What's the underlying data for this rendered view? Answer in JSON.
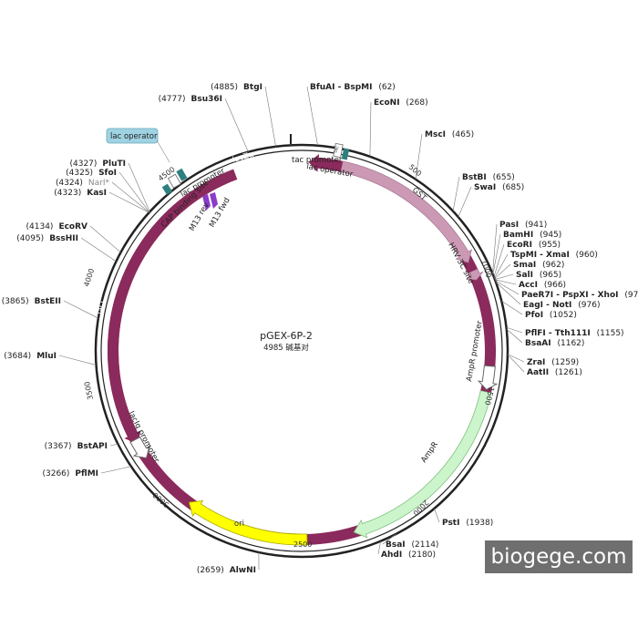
{
  "map": {
    "name": "pGEX-6P-2",
    "size_label": "4985 碱基对",
    "length": 4985
  },
  "ticks": [
    "500",
    "1000",
    "1500",
    "2000",
    "2500",
    "3000",
    "3500",
    "4000",
    "4500"
  ],
  "sites": [
    {
      "enzyme": "BtgI",
      "pos": "(4885)"
    },
    {
      "enzyme": "Bsu36I",
      "pos": "(4777)"
    },
    {
      "enzyme": "BfuAI - BspMI",
      "pos": "(62)"
    },
    {
      "enzyme": "EcoNI",
      "pos": "(268)"
    },
    {
      "enzyme": "MscI",
      "pos": "(465)"
    },
    {
      "enzyme": "BstBI",
      "pos": "(655)"
    },
    {
      "enzyme": "SwaI",
      "pos": "(685)"
    },
    {
      "enzyme": "PasI",
      "pos": "(941)"
    },
    {
      "enzyme": "BamHI",
      "pos": "(945)"
    },
    {
      "enzyme": "EcoRI",
      "pos": "(955)"
    },
    {
      "enzyme": "TspMI - XmaI",
      "pos": "(960)"
    },
    {
      "enzyme": "SmaI",
      "pos": "(962)"
    },
    {
      "enzyme": "SalI",
      "pos": "(965)"
    },
    {
      "enzyme": "AccI",
      "pos": "(966)"
    },
    {
      "enzyme": "PaeR7I - PspXI - XhoI",
      "pos": "(970)"
    },
    {
      "enzyme": "EagI - NotI",
      "pos": "(976)"
    },
    {
      "enzyme": "PfoI",
      "pos": "(1052)"
    },
    {
      "enzyme": "PflFI - Tth111I",
      "pos": "(1155)"
    },
    {
      "enzyme": "BsaAI",
      "pos": "(1162)"
    },
    {
      "enzyme": "ZraI",
      "pos": "(1259)"
    },
    {
      "enzyme": "AatII",
      "pos": "(1261)"
    },
    {
      "enzyme": "PstI",
      "pos": "(1938)"
    },
    {
      "enzyme": "BsaI",
      "pos": "(2114)"
    },
    {
      "enzyme": "AhdI",
      "pos": "(2180)"
    },
    {
      "enzyme": "AlwNI",
      "pos": "(2659)"
    },
    {
      "enzyme": "PflMI",
      "pos": "(3266)"
    },
    {
      "enzyme": "BstAPI",
      "pos": "(3367)"
    },
    {
      "enzyme": "MluI",
      "pos": "(3684)"
    },
    {
      "enzyme": "BstEII",
      "pos": "(3865)"
    },
    {
      "enzyme": "BssHII",
      "pos": "(4095)"
    },
    {
      "enzyme": "EcoRV",
      "pos": "(4134)"
    },
    {
      "enzyme": "KasI",
      "pos": "(4323)"
    },
    {
      "enzyme": "NarI*",
      "pos": "(4324)"
    },
    {
      "enzyme": "SfoI",
      "pos": "(4325)"
    },
    {
      "enzyme": "PluTI",
      "pos": "(4327)"
    }
  ],
  "features": {
    "lacZa": "lacZα",
    "gst": "GST",
    "hrv": "HRV 3C site",
    "ampr": "AmpR",
    "ampr_promoter": "AmpR promoter",
    "ori": "ori",
    "laci": "lacI",
    "laciq_promoter": "lacIq promoter",
    "tac_promoter_1": "tac promoter",
    "lac_operator_1": "lac operator",
    "lac_promoter": "lac promoter",
    "cap_site": "CAP binding site",
    "m13_rev": "M13 rev",
    "m13_fwd": "M13 fwd",
    "lac_operator_box": "lac operator",
    "tac_small": "tac"
  },
  "colors": {
    "lacZa": "#8b2a5c",
    "laci": "#8b2a5c",
    "gst": "#cc99b5",
    "hrv": "#cc99b5",
    "ampr": "#ccf5cc",
    "ori": "#ffff00",
    "operator": "#2e7f7f",
    "primer": "#8a3cc8",
    "lac_operator_box": "#9fd3e3"
  },
  "watermark": "biogege.com"
}
